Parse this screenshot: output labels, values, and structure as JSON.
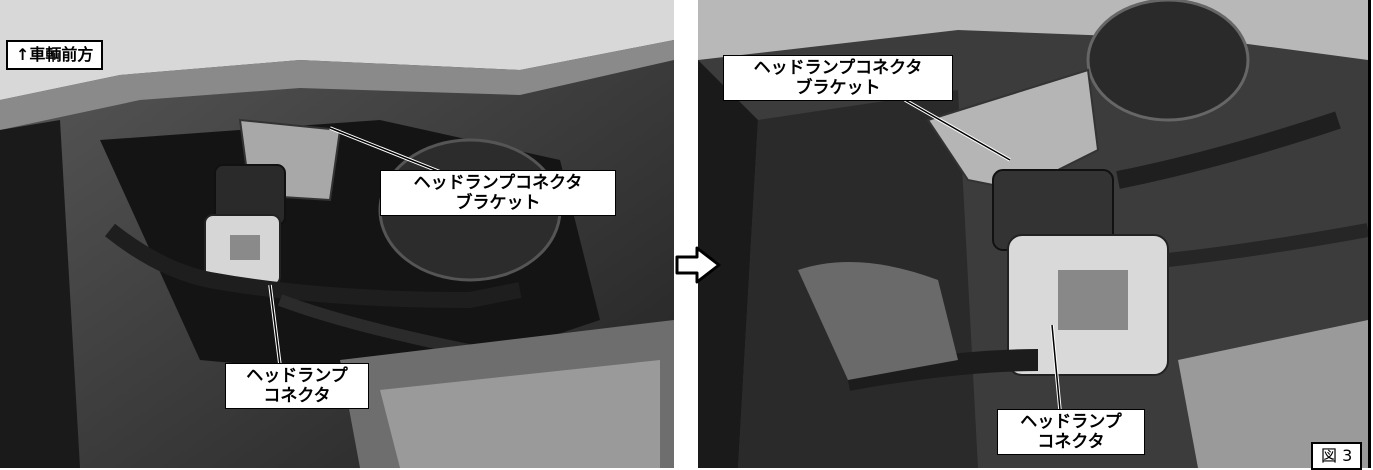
{
  "direction_label": "↑車輌前方",
  "left_photo": {
    "bracket_callout": [
      "ヘッドランプコネクタ",
      "ブラケット"
    ],
    "connector_callout": [
      "ヘッドランプ",
      "コネクタ"
    ]
  },
  "right_photo": {
    "bracket_callout": [
      "ヘッドランプコネクタ",
      "ブラケット"
    ],
    "connector_callout": [
      "ヘッドランプ",
      "コネクタ"
    ]
  },
  "figure_label": "図 3",
  "icons": {
    "transition_arrow": "right-arrow-icon"
  }
}
